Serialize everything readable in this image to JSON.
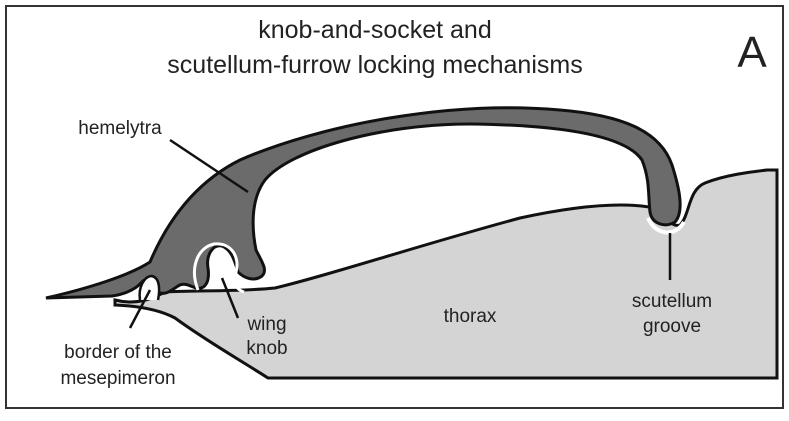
{
  "figure": {
    "title_line_1": "knob-and-socket and",
    "title_line_2": "scutellum-furrow locking mechanisms",
    "panel_letter": "A"
  },
  "labels": {
    "hemelytra": "hemelytra",
    "thorax": "thorax",
    "scutellum_line_1": "scutellum",
    "scutellum_line_2": "groove",
    "wing_knob_line_1": "wing",
    "wing_knob_line_2": "knob",
    "border_line_1": "border of the",
    "border_line_2": "mesepimeron"
  },
  "colors": {
    "frame": "#333333",
    "thorax_fill": "#d4d4d4",
    "hemelytra_fill": "#6b6b6b",
    "outline": "#111111",
    "text": "#222222"
  }
}
